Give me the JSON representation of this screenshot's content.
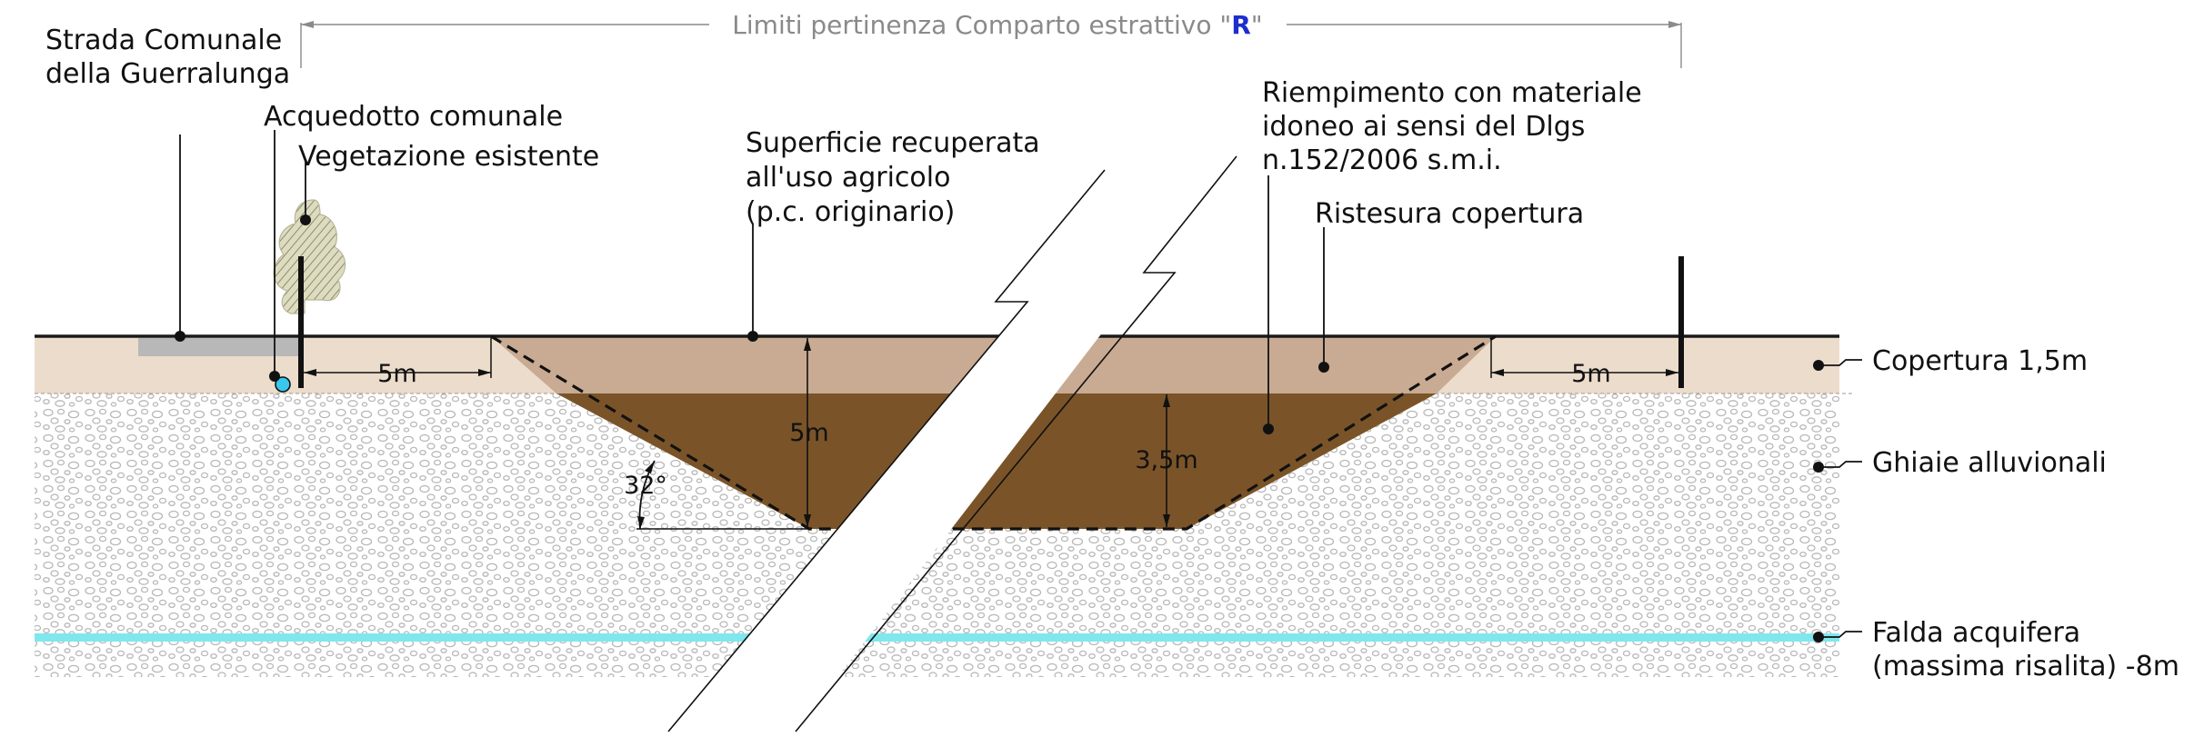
{
  "boundary": {
    "text_prefix": "Limiti pertinenza Comparto estrattivo \"",
    "text_highlight": "R",
    "text_suffix": "\""
  },
  "labels": {
    "strada_line1": "Strada Comunale",
    "strada_line2": "della Guerralunga",
    "acquedotto": "Acquedotto comunale",
    "vegetazione": "Vegetazione esistente",
    "superficie_line1": "Superficie recuperata",
    "superficie_line2": "all'uso agricolo",
    "superficie_line3": "(p.c. originario)",
    "riempimento_line1": "Riempimento con materiale",
    "riempimento_line2": "idoneo ai sensi del Dlgs",
    "riempimento_line3": "n.152/2006 s.m.i.",
    "ristesura": "Ristesura copertura",
    "copertura": "Copertura 1,5m",
    "ghiaie": "Ghiaie alluvionali",
    "falda_line1": "Falda acquifera",
    "falda_line2": "(massima risalita) -8m"
  },
  "dimensions": {
    "setback_left": "5m",
    "setback_right": "5m",
    "depth_total": "5m",
    "depth_fill": "3,5m",
    "slope_angle": "32°"
  },
  "colors": {
    "cover_soil": "#ecdccb",
    "fill_soil": "#c8ab92",
    "fill_material": "#7a5428",
    "gravel_bg": "#ffffff",
    "gravel_stroke": "#b8b8b8",
    "water_table": "#7fe7ee",
    "road": "#b8b8b8",
    "pipe": "#38c8ee",
    "boundary_text": "#8a8a8a",
    "highlight": "#1c2ed0",
    "tree": "#c9c7a1"
  }
}
